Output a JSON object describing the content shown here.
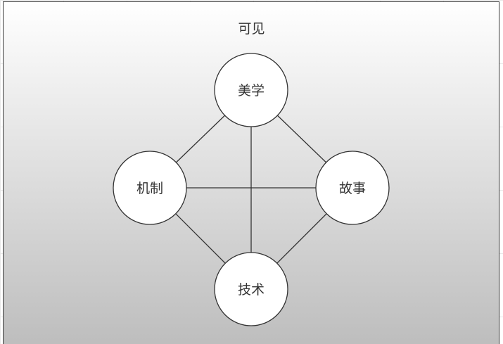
{
  "diagram": {
    "title": "可见",
    "nodes": [
      {
        "id": "aesthetics",
        "label": "美学"
      },
      {
        "id": "mechanics",
        "label": "机制"
      },
      {
        "id": "story",
        "label": "故事"
      },
      {
        "id": "technology",
        "label": "技术"
      }
    ],
    "edges": [
      [
        "aesthetics",
        "mechanics"
      ],
      [
        "aesthetics",
        "story"
      ],
      [
        "aesthetics",
        "technology"
      ],
      [
        "mechanics",
        "story"
      ],
      [
        "mechanics",
        "technology"
      ],
      [
        "story",
        "technology"
      ]
    ],
    "colors": {
      "stroke": "#333333",
      "node_fill": "#ffffff",
      "background_top": "#ffffff",
      "background_bottom": "#bdbdbd"
    }
  }
}
